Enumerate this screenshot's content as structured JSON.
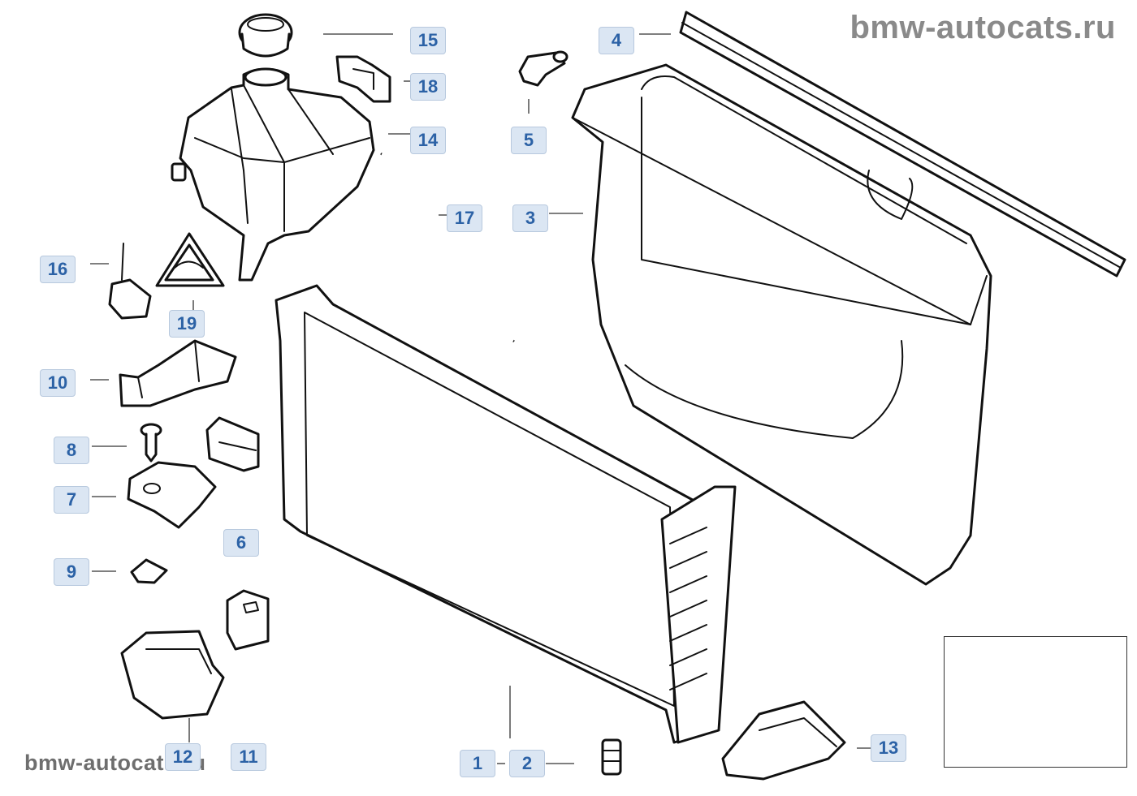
{
  "watermark": {
    "top": "bmw-autocats.ru",
    "bottom": "bmw-autocats.ru"
  },
  "callouts": [
    {
      "id": "c1",
      "label": "1"
    },
    {
      "id": "c2",
      "label": "2"
    },
    {
      "id": "c3",
      "label": "3"
    },
    {
      "id": "c4",
      "label": "4"
    },
    {
      "id": "c5",
      "label": "5"
    },
    {
      "id": "c6",
      "label": "6"
    },
    {
      "id": "c7",
      "label": "7"
    },
    {
      "id": "c8",
      "label": "8"
    },
    {
      "id": "c9",
      "label": "9"
    },
    {
      "id": "c10",
      "label": "10"
    },
    {
      "id": "c11",
      "label": "11"
    },
    {
      "id": "c12",
      "label": "12"
    },
    {
      "id": "c13",
      "label": "13"
    },
    {
      "id": "c14",
      "label": "14"
    },
    {
      "id": "c15",
      "label": "15"
    },
    {
      "id": "c16",
      "label": "16"
    },
    {
      "id": "c17",
      "label": "17"
    },
    {
      "id": "c18",
      "label": "18"
    },
    {
      "id": "c19",
      "label": "19"
    }
  ],
  "colors": {
    "callout_bg": "#dbe6f3",
    "callout_text": "#2c62a6",
    "watermark": "#8a8a8a",
    "line": "#111111"
  }
}
